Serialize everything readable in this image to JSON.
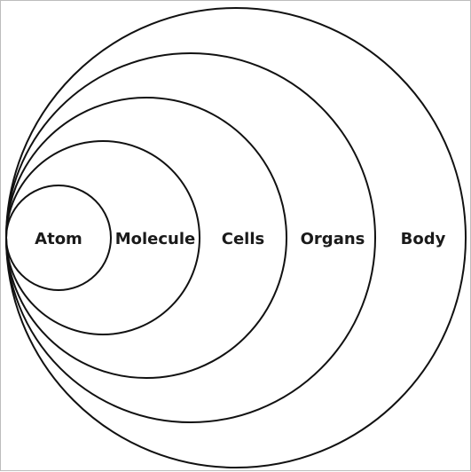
{
  "diagram": {
    "levels": [
      {
        "label": "Atom"
      },
      {
        "label": "Molecule"
      },
      {
        "label": "Cells"
      },
      {
        "label": "Organs"
      },
      {
        "label": "Body"
      }
    ],
    "colors": {
      "stroke": "#111111",
      "text": "#1a1a1a",
      "background": "#ffffff",
      "frame": "#bdbdbd"
    }
  }
}
